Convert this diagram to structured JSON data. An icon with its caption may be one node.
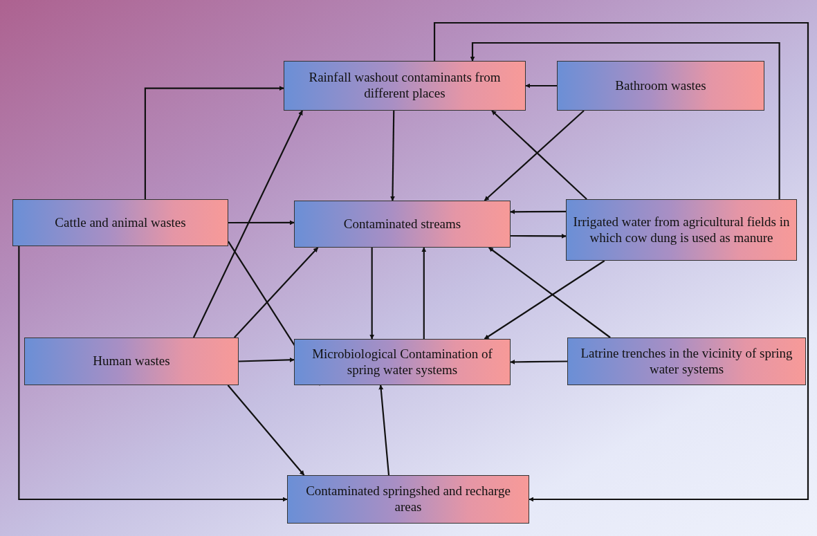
{
  "diagram": {
    "nodes": [
      {
        "text": [
          "Rainfall washout contaminants from different places"
        ]
      },
      {
        "text": [
          "Bathroom wastes"
        ]
      },
      {
        "text": [
          "Cattle and animal wastes"
        ]
      },
      {
        "text": [
          "Contaminated streams"
        ]
      },
      {
        "text": [
          "Irrigated water from agricultural fields in which cow dung is used as manure"
        ]
      },
      {
        "text": [
          "Human wastes"
        ]
      },
      {
        "text": [
          "Microbiological Contamination of spring water systems"
        ]
      },
      {
        "text": [
          "Latrine trenches in the vicinity of spring water systems"
        ]
      },
      {
        "text": [
          "Contaminated springshed and recharge areas"
        ]
      }
    ],
    "edges": [
      {
        "from": 1,
        "to": 0,
        "arrow": "to"
      },
      {
        "from": 2,
        "to": 0,
        "arrow": "to"
      },
      {
        "from": 5,
        "to": 0,
        "arrow": "to"
      },
      {
        "from": 0,
        "to": 3,
        "arrow": "to"
      },
      {
        "from": 1,
        "to": 3,
        "arrow": "to"
      },
      {
        "from": 4,
        "to": 0,
        "arrow": "to"
      },
      {
        "from": 4,
        "to": 0,
        "arrow": "to"
      },
      {
        "from": 0,
        "to": 8,
        "arrow": "to"
      },
      {
        "from": 4,
        "to": 3,
        "arrow": "to"
      },
      {
        "from": 3,
        "to": 4,
        "arrow": "to"
      },
      {
        "from": 2,
        "to": 3,
        "arrow": "to"
      },
      {
        "from": 2,
        "to": 6,
        "arrow": "to"
      },
      {
        "from": 2,
        "to": 8,
        "arrow": "to"
      },
      {
        "from": 5,
        "to": 3,
        "arrow": "to"
      },
      {
        "from": 5,
        "to": 6,
        "arrow": "to"
      },
      {
        "from": 5,
        "to": 8,
        "arrow": "to"
      },
      {
        "from": 3,
        "to": 6,
        "arrow": "to"
      },
      {
        "from": 6,
        "to": 3,
        "arrow": "to"
      },
      {
        "from": 4,
        "to": 6,
        "arrow": "to"
      },
      {
        "from": 7,
        "to": 3,
        "arrow": "to"
      },
      {
        "from": 7,
        "to": 6,
        "arrow": "to"
      },
      {
        "from": 8,
        "to": 6,
        "arrow": "to"
      }
    ]
  }
}
